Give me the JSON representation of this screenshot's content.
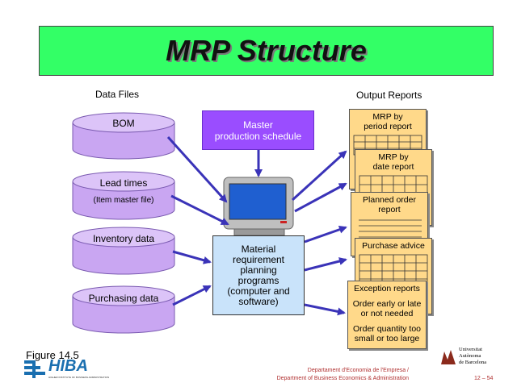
{
  "title": "MRP Structure",
  "headers": {
    "data_files": "Data Files",
    "output_reports": "Output Reports"
  },
  "data_files": [
    {
      "label": "BOM"
    },
    {
      "label": "Lead times",
      "sublabel": "(Item master file)"
    },
    {
      "label": "Inventory data"
    },
    {
      "label": "Purchasing data"
    }
  ],
  "master_schedule": {
    "line1": "Master",
    "line2": "production schedule"
  },
  "mrp_programs": {
    "lines": [
      "Material",
      "requirement",
      "planning",
      "programs",
      "(computer and",
      "software)"
    ]
  },
  "reports": {
    "r1": {
      "line1": "MRP by",
      "line2": "period report"
    },
    "r2": {
      "line1": "MRP by",
      "line2": "date report"
    },
    "r3": {
      "line1": "Planned order",
      "line2": "report"
    },
    "r4": {
      "line1": "Purchase advice"
    },
    "r5": {
      "title": "Exception reports",
      "item1a": "Order early or late",
      "item1b": "or not needed",
      "item2a": "Order quantity too",
      "item2b": "small or too large"
    }
  },
  "footer": {
    "figure": "Figure 14.5",
    "dept_line1": "Departament d'Economia de l'Empresa /",
    "dept_line2": "Department of Business Economics & Administration",
    "page": "12 – 54",
    "logo_left": "HIBA",
    "logo_left_sub": "HIGHER INSTITUTE OF BUSINESS ADMINISTRATION",
    "logo_right_1": "Universitat",
    "logo_right_2": "Autònoma",
    "logo_right_3": "de Barcelona"
  },
  "colors": {
    "title_bg": "#33ff66",
    "cylinder": "#c9a6f2",
    "master_schedule": "#9a4dff",
    "mrp_box": "#c9e3fa",
    "report": "#ffd98a",
    "arrow": "#3a33b8"
  }
}
